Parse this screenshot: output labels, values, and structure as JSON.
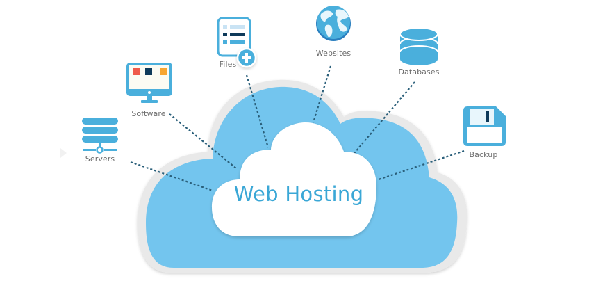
{
  "diagram": {
    "title": "Web Hosting",
    "colors": {
      "cloud_outer": "#73c5ee",
      "cloud_border": "#e8e8e8",
      "cloud_inner": "#ffffff",
      "title_text": "#3aa7d6",
      "connector": "#2a5f7a",
      "icon_blue": "#4aafdc",
      "icon_dark": "#0e3a5a",
      "icon_red": "#ef5a4a",
      "icon_orange": "#f7a631",
      "label_text": "#6b6b6b"
    },
    "nodes": [
      {
        "id": "servers",
        "label": "Servers",
        "icon": "server-stack-icon"
      },
      {
        "id": "software",
        "label": "Software",
        "icon": "monitor-icon"
      },
      {
        "id": "files",
        "label": "Files",
        "icon": "file-add-icon"
      },
      {
        "id": "websites",
        "label": "Websites",
        "icon": "globe-icon"
      },
      {
        "id": "databases",
        "label": "Databases",
        "icon": "database-icon"
      },
      {
        "id": "backup",
        "label": "Backup",
        "icon": "floppy-disk-icon"
      }
    ]
  }
}
